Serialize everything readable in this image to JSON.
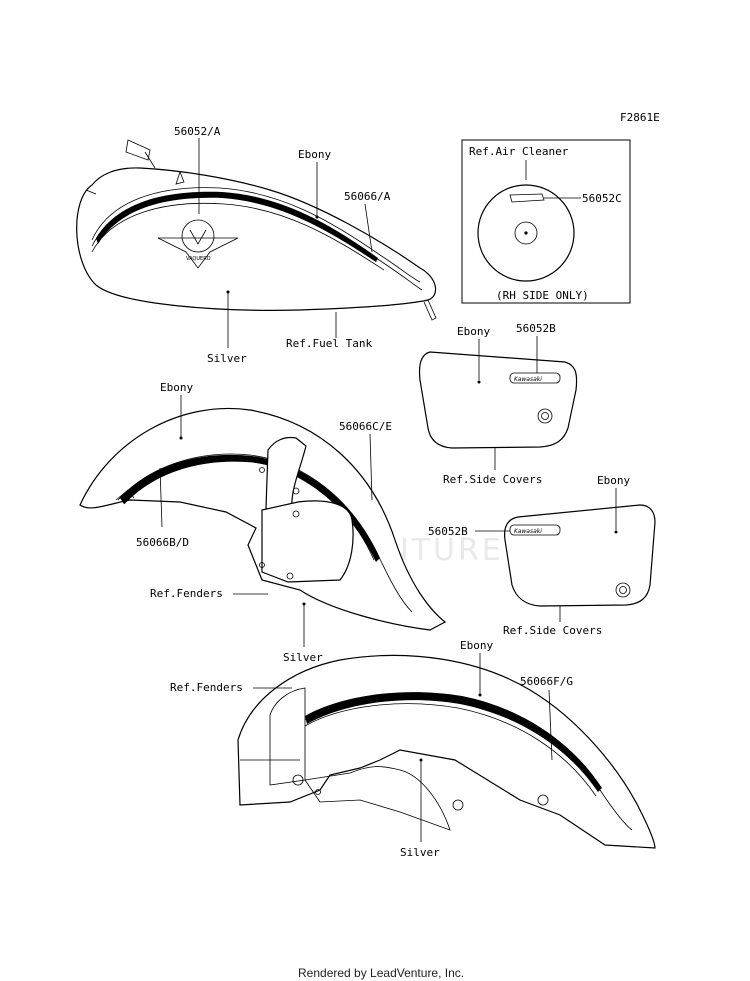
{
  "figure_code": "F2861E",
  "watermark": "LEADVENTURE",
  "footer": "Rendered by LeadVenture, Inc.",
  "emblem_text": {
    "tank_badge": "VAQUERO",
    "cover_badge_a": "Kawasaki",
    "cover_badge_b": "Kawasaki"
  },
  "labels": {
    "tank_part": "56052/A",
    "tank_ebony": "Ebony",
    "tank_stripe": "56066/A",
    "tank_silver": "Silver",
    "tank_ref": "Ref.Fuel Tank",
    "air_cleaner_ref": "Ref.Air Cleaner",
    "air_cleaner_part": "56052C",
    "air_cleaner_note": "(RH SIDE ONLY)",
    "cover1_ebony": "Ebony",
    "cover1_part": "56052B",
    "cover1_ref": "Ref.Side Covers",
    "cover2_ebony": "Ebony",
    "cover2_part": "56052B",
    "cover2_ref": "Ref.Side Covers",
    "front_fender_ebony": "Ebony",
    "front_fender_stripe_ce": "56066C/E",
    "front_fender_stripe_bd": "56066B/D",
    "front_fender_ref": "Ref.Fenders",
    "front_fender_silver": "Silver",
    "rear_fender_ebony": "Ebony",
    "rear_fender_ref": "Ref.Fenders",
    "rear_fender_stripe": "56066F/G",
    "rear_fender_silver": "Silver"
  }
}
